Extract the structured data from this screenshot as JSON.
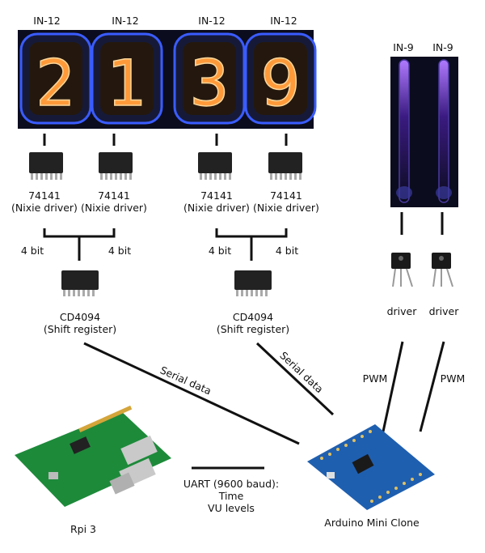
{
  "colors": {
    "line": "#111111",
    "nixie_glow": "#ff8a2a",
    "tube_bg": "#0b0c1e",
    "blue_glow": "#3a5cff",
    "in9_glow": "#7a5cff",
    "rpi_board": "#1d8a3a",
    "arduino_board": "#1f5fb0"
  },
  "nixie_tubes": [
    {
      "label": "IN-12",
      "digit": "2"
    },
    {
      "label": "IN-12",
      "digit": "1"
    },
    {
      "label": "IN-12",
      "digit": "3"
    },
    {
      "label": "IN-12",
      "digit": "9"
    }
  ],
  "bargraph_tubes": [
    {
      "label": "IN-9"
    },
    {
      "label": "IN-9"
    }
  ],
  "nixie_drivers": [
    {
      "line1": "74141",
      "line2": "(Nixie driver)"
    },
    {
      "line1": "74141",
      "line2": "(Nixie driver)"
    },
    {
      "line1": "74141",
      "line2": "(Nixie driver)"
    },
    {
      "line1": "74141",
      "line2": "(Nixie driver)"
    }
  ],
  "bus_labels": [
    "4 bit",
    "4 bit",
    "4 bit",
    "4 bit"
  ],
  "shift_registers": [
    {
      "line1": "CD4094",
      "line2": "(Shift register)"
    },
    {
      "line1": "CD4094",
      "line2": "(Shift register)"
    }
  ],
  "tube_drivers": [
    "driver",
    "driver"
  ],
  "links": {
    "serial_1": "Serial data",
    "serial_2": "Serial data",
    "pwm_1": "PWM",
    "pwm_2": "PWM"
  },
  "uart": {
    "line1": "UART (9600 baud):",
    "line2": "Time",
    "line3": "VU levels"
  },
  "rpi_label": "Rpi 3",
  "arduino_label": "Arduino Mini Clone"
}
